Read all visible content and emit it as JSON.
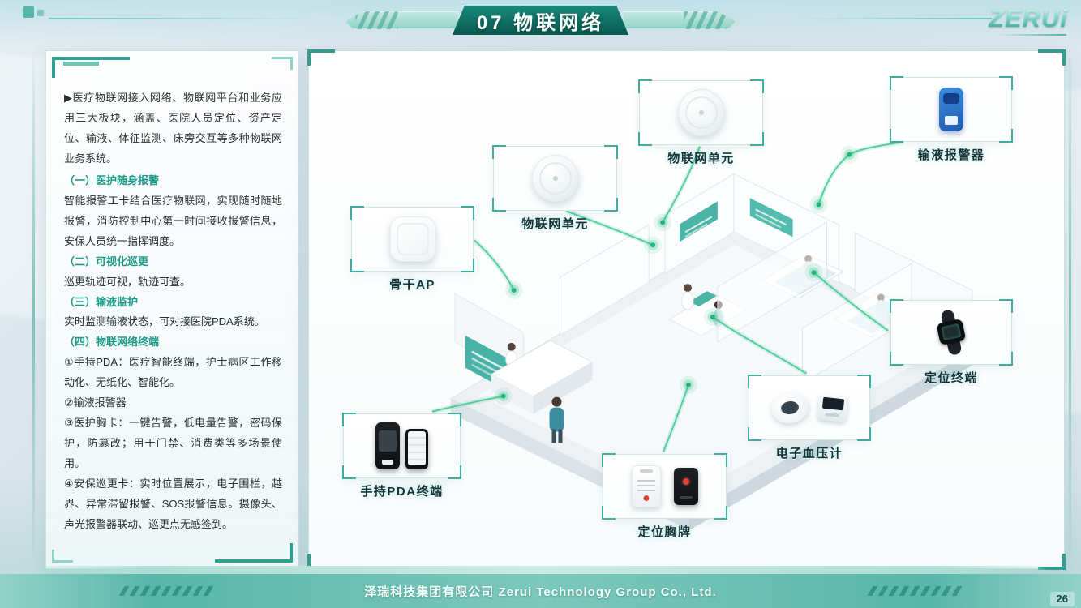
{
  "header": {
    "title": "07 物联网络",
    "logo": "ZERUi"
  },
  "sidebar": {
    "intro": "▶医疗物联网接入网络、物联网平台和业务应用三大板块，涵盖、医院人员定位、资产定位、输液、体征监测、床旁交互等多种物联网业务系统。",
    "sections": [
      {
        "heading": "（一）医护随身报警",
        "body": "智能报警工卡结合医疗物联网，实现随时随地报警，消防控制中心第一时间接收报警信息，安保人员统一指挥调度。"
      },
      {
        "heading": "（二）可视化巡更",
        "body": "巡更轨迹可视，轨迹可查。"
      },
      {
        "heading": "（三）输液监护",
        "body": "实时监测输液状态，可对接医院PDA系统。"
      },
      {
        "heading": "（四）物联网络终端",
        "body": "①手持PDA：医疗智能终端，护士病区工作移动化、无纸化、智能化。\n②输液报警器\n③医护胸卡：一键告警，低电量告警，密码保护，防篡改；用于门禁、消费类等多场景使用。\n④安保巡更卡：实时位置展示，电子围栏，越界、异常滞留报警、SOS报警信息。摄像头、声光报警器联动、巡更点无感签到。"
      }
    ]
  },
  "diagram": {
    "devices": [
      {
        "label": "物联网单元"
      },
      {
        "label": "输液报警器"
      },
      {
        "label": "物联网单元"
      },
      {
        "label": "骨干AP"
      },
      {
        "label": "定位终端"
      },
      {
        "label": "电子血压计"
      },
      {
        "label": "手持PDA终端"
      },
      {
        "label": "定位胸牌"
      }
    ]
  },
  "footer": {
    "company": "泽瑞科技集团有限公司 Zerui Technology Group Co., Ltd.",
    "page": "26"
  },
  "colors": {
    "accent": "#2fa08f",
    "line_green": "#3ec98f",
    "device_blue": "#2b6fd4"
  }
}
